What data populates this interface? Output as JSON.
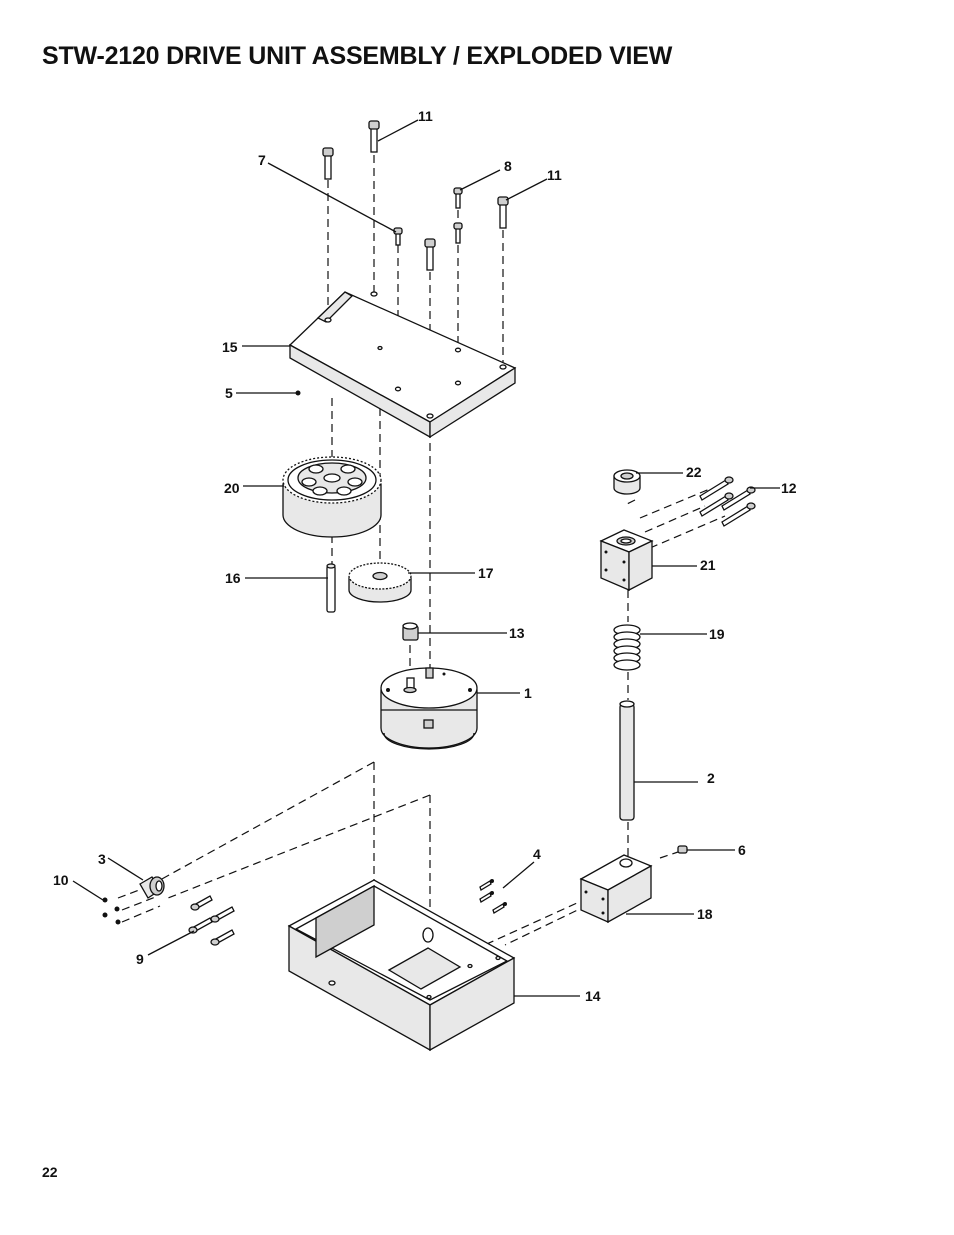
{
  "page": {
    "title": "STW-2120 DRIVE UNIT ASSEMBLY / EXPLODED VIEW",
    "page_number": "22"
  },
  "callouts": [
    {
      "id": "c11a",
      "label": "11"
    },
    {
      "id": "c7",
      "label": "7"
    },
    {
      "id": "c8",
      "label": "8"
    },
    {
      "id": "c11b",
      "label": "11"
    },
    {
      "id": "c15",
      "label": "15"
    },
    {
      "id": "c5",
      "label": "5"
    },
    {
      "id": "c20",
      "label": "20"
    },
    {
      "id": "c22",
      "label": "22"
    },
    {
      "id": "c12",
      "label": "12"
    },
    {
      "id": "c21",
      "label": "21"
    },
    {
      "id": "c16",
      "label": "16"
    },
    {
      "id": "c17",
      "label": "17"
    },
    {
      "id": "c13",
      "label": "13"
    },
    {
      "id": "c19",
      "label": "19"
    },
    {
      "id": "c1",
      "label": "1"
    },
    {
      "id": "c2",
      "label": "2"
    },
    {
      "id": "c3",
      "label": "3"
    },
    {
      "id": "c4",
      "label": "4"
    },
    {
      "id": "c6",
      "label": "6"
    },
    {
      "id": "c10",
      "label": "10"
    },
    {
      "id": "c18",
      "label": "18"
    },
    {
      "id": "c9",
      "label": "9"
    },
    {
      "id": "c14",
      "label": "14"
    }
  ]
}
